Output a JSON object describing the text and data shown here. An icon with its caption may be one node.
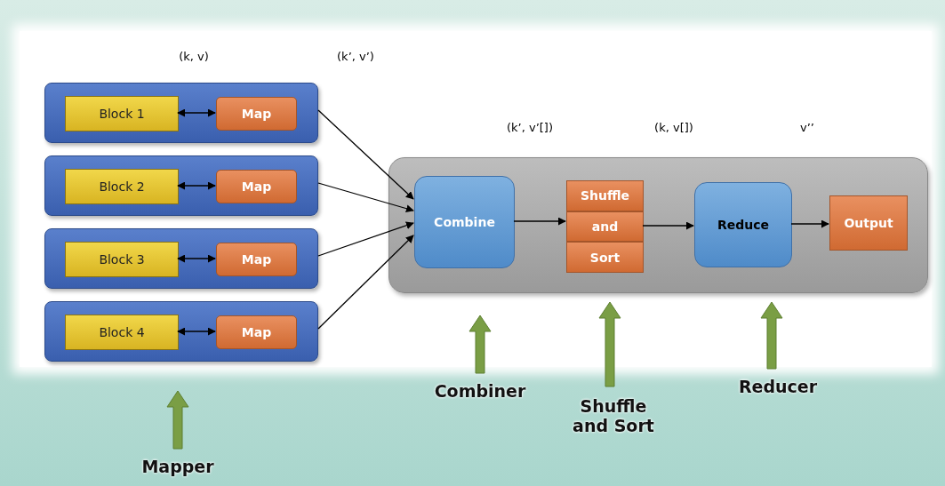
{
  "diagram": {
    "nodes": [
      {
        "text": [],
        "shape": "box"
      },
      {
        "text": [
          "Block 1"
        ],
        "in": 0
      },
      {
        "text": [
          "Map"
        ],
        "in": 0
      },
      {
        "text": [],
        "shape": "box"
      },
      {
        "text": [
          "Block 2"
        ],
        "in": 3
      },
      {
        "text": [
          "Map"
        ],
        "in": 3
      },
      {
        "text": [],
        "shape": "box"
      },
      {
        "text": [
          "Block 3"
        ],
        "in": 6
      },
      {
        "text": [
          "Map"
        ],
        "in": 6
      },
      {
        "text": [],
        "shape": "box"
      },
      {
        "text": [
          "Block 4"
        ],
        "in": 9
      },
      {
        "text": [
          "Map"
        ],
        "in": 9
      },
      {
        "text": [],
        "shape": "box"
      },
      {
        "text": [
          "Combine"
        ],
        "in": 12
      },
      {
        "text": [
          "Shuffle",
          "and",
          "Sort"
        ],
        "in": 12
      },
      {
        "text": [
          "Reduce"
        ],
        "in": 12
      },
      {
        "text": [
          "Output"
        ],
        "in": 12
      },
      {
        "text": [
          "Mapper"
        ]
      },
      {
        "text": [
          "Combiner"
        ]
      },
      {
        "text": [
          "Shuffle and Sort"
        ]
      },
      {
        "text": [
          "Reducer"
        ]
      }
    ],
    "edges": [
      {
        "from": 1,
        "to": 2,
        "arrow": "both"
      },
      {
        "from": 4,
        "to": 5,
        "arrow": "both"
      },
      {
        "from": 7,
        "to": 8,
        "arrow": "both"
      },
      {
        "from": 10,
        "to": 11,
        "arrow": "both"
      },
      {
        "from": 0,
        "to": 13,
        "arrow": "to"
      },
      {
        "from": 3,
        "to": 13,
        "arrow": "to"
      },
      {
        "from": 6,
        "to": 13,
        "arrow": "to"
      },
      {
        "from": 9,
        "to": 13,
        "arrow": "to"
      },
      {
        "from": 13,
        "to": 14,
        "arrow": "to"
      },
      {
        "from": 14,
        "to": 15,
        "arrow": "to"
      },
      {
        "from": 15,
        "to": 16,
        "arrow": "to"
      },
      {
        "from": 17,
        "to": null,
        "arrow": "to",
        "style": "thick",
        "color": "#7a9e45"
      },
      {
        "from": 18,
        "to": null,
        "arrow": "to",
        "style": "thick",
        "color": "#7a9e45"
      },
      {
        "from": 19,
        "to": null,
        "arrow": "to",
        "style": "thick",
        "color": "#7a9e45"
      },
      {
        "from": 20,
        "to": null,
        "arrow": "to",
        "style": "thick",
        "color": "#7a9e45"
      }
    ],
    "labels": [
      "(k, v)",
      "(k’, v’)",
      "(k’, v’[])",
      "(k, v[])",
      "v’’"
    ]
  }
}
